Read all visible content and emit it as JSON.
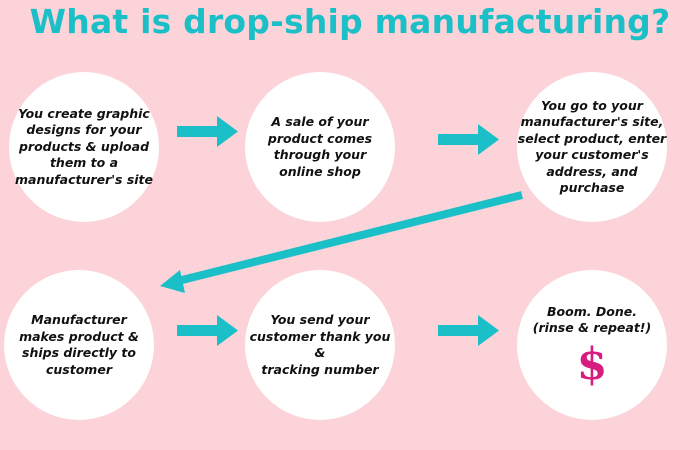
{
  "title": "What is drop-ship manufacturing?",
  "colors": {
    "background": "#fbd3d9",
    "accent": "#1bbfc7",
    "circle": "#ffffff",
    "dollar": "#d81b7f"
  },
  "steps": [
    {
      "text": "You create graphic\ndesigns for your\nproducts & upload\nthem to a\nmanufacturer's site"
    },
    {
      "text": "A sale of your\nproduct comes\nthrough your\nonline shop"
    },
    {
      "text": "You go to your\nmanufacturer's site,\nselect product, enter\nyour customer's\naddress, and\npurchase"
    },
    {
      "text": "Manufacturer\nmakes product &\nships directly to\ncustomer"
    },
    {
      "text": "You send your\ncustomer thank you &\ntracking number"
    },
    {
      "text": "Boom. Done.\n(rinse & repeat!)",
      "icon": "dollar-sign-icon",
      "symbol": "$"
    }
  ]
}
